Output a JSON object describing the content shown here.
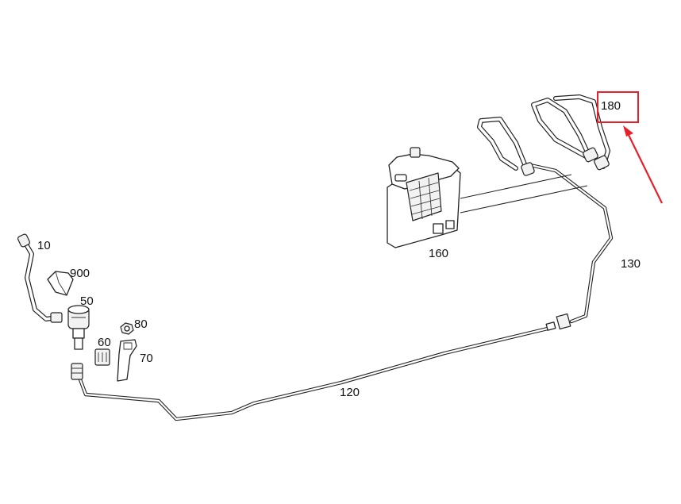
{
  "labels": {
    "p10": "10",
    "p900": "900",
    "p50": "50",
    "p80": "80",
    "p60": "60",
    "p70": "70",
    "p120": "120",
    "p130": "130",
    "p160": "160",
    "p180": "180"
  },
  "colors": {
    "highlight": "#e8202a",
    "line": "#222222",
    "background": "#ffffff"
  },
  "highlighted_part": "180",
  "icons": {
    "pointer": "arrow-icon"
  }
}
